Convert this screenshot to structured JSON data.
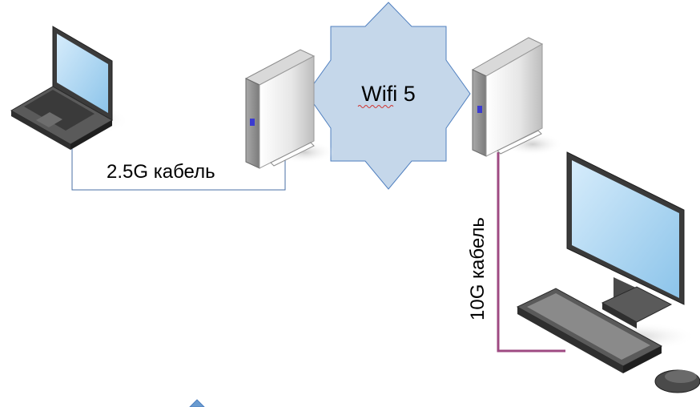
{
  "labels": {
    "wifi": "Wifi 5",
    "cable_laptop": "2.5G кабель",
    "cable_desktop": "10G кабель"
  },
  "nodes": [
    {
      "id": "laptop",
      "icon": "laptop-icon"
    },
    {
      "id": "router-left",
      "icon": "router-icon"
    },
    {
      "id": "router-right",
      "icon": "router-icon"
    },
    {
      "id": "desktop",
      "icon": "desktop-computer-icon"
    }
  ],
  "colors": {
    "thin_line": "#4a6fa5",
    "thick_line": "#9e4a82",
    "star_fill": "#c5d7ea",
    "star_stroke": "#4f7fbf",
    "screen": "#a8d4f2"
  }
}
